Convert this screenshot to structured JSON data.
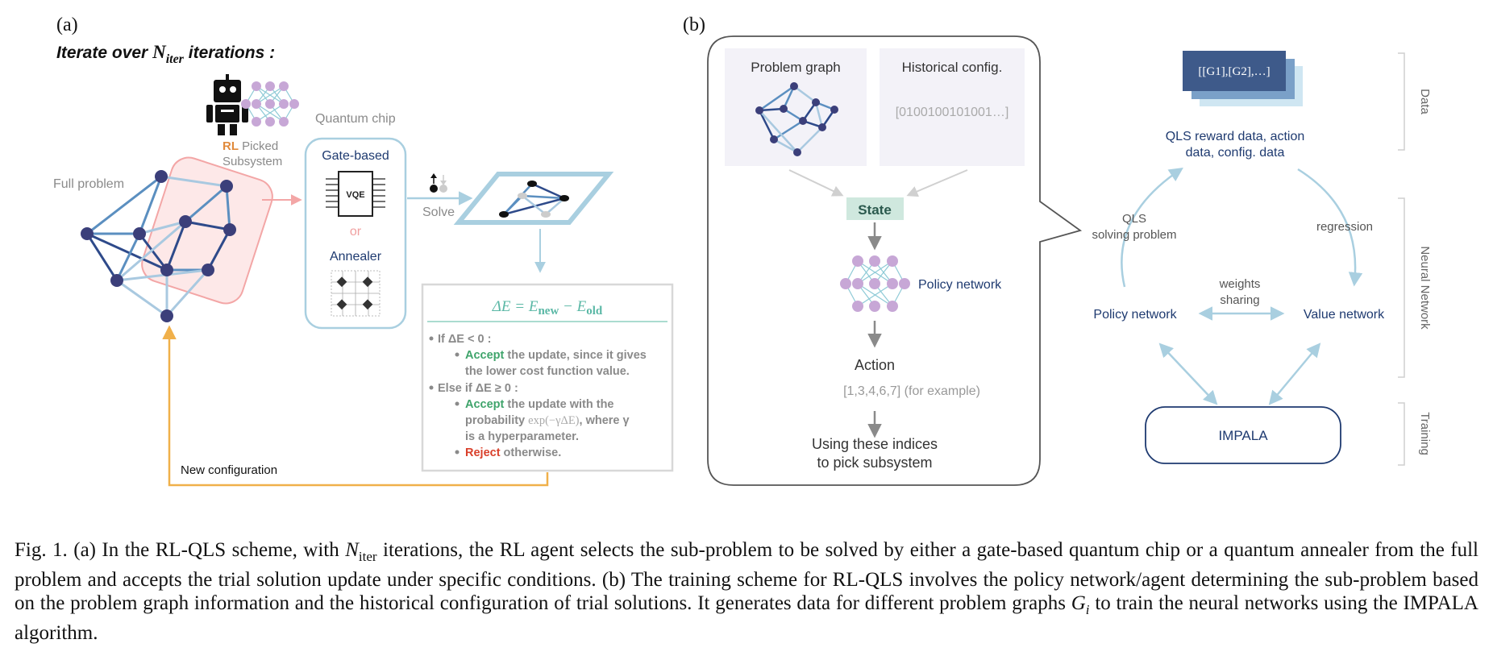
{
  "panel_a": {
    "label": "(a)",
    "iterate": {
      "text_before": "Iterate over ",
      "n_symbol": "N",
      "n_sub": "iter",
      "text_after": " iterations :"
    },
    "rl_picked": {
      "rl": "RL",
      "picked": " Picked",
      "subsystem": "Subsystem"
    },
    "full_problem": "Full problem",
    "quantum_chip": "Quantum chip",
    "gate_based": "Gate-based",
    "vqe": "VQE",
    "or": "or",
    "annealer": "Annealer",
    "solve": "Solve",
    "rule_box": {
      "equation": "ΔE = E",
      "eq_new": "new",
      "eq_minus": " − E",
      "eq_old": "old",
      "if_line": "If ΔE < 0 :",
      "accept1_word": "Accept",
      "accept1_rest": " the update, since it gives",
      "accept1_line2": "the lower cost function value.",
      "elseif_line": "Else if ΔE ≥ 0 :",
      "accept2_word": "Accept",
      "accept2_rest": " the update with the",
      "accept2_line2_a": "probability ",
      "accept2_line2_b": "exp(−γΔE)",
      "accept2_line2_c": ", where γ",
      "accept2_line3": "is a hyperparameter.",
      "reject_word": "Reject",
      "reject_rest": " otherwise."
    },
    "new_configuration": "New configuration"
  },
  "panel_b": {
    "label": "(b)",
    "problem_graph": "Problem graph",
    "historical_config": "Historical config.",
    "bitstring": "[0100100101001…]",
    "state": "State",
    "policy_network_inner": "Policy network",
    "action": "Action",
    "action_example": "[1,3,4,6,7] (for example)",
    "using_line1": "Using these indices",
    "using_line2": "to pick subsystem",
    "data_card": "[[G",
    "data_card_full": "[[G1],[G2],…]",
    "qls_reward_line1": "QLS reward data, action",
    "qls_reward_line2": "data, config. data",
    "qls_solving_line1": "QLS",
    "qls_solving_line2": "solving problem",
    "regression": "regression",
    "weights_line1": "weights",
    "weights_line2": "sharing",
    "policy_network": "Policy network",
    "value_network": "Value network",
    "impala": "IMPALA",
    "side_data": "Data",
    "side_nn": "Neural Network",
    "side_training": "Training"
  },
  "colors": {
    "dark_node": "#3b3f7a",
    "edge_dark": "#2e4a8a",
    "edge_mid": "#5b8fc0",
    "edge_light": "#a9c9e0",
    "pink": "#f3a6a6",
    "pink_fill": "#fde8e8",
    "teal": "#5bb8a6",
    "green": "#3fa46b",
    "red": "#d9402b",
    "orange": "#f0b04a",
    "navy_text": "#1e3a70",
    "state_fill": "#cfe8de"
  },
  "caption": {
    "p1_a": "Fig. 1.  (a) In the RL-QLS scheme, with ",
    "p1_sym": "N",
    "p1_sub": "iter",
    "p1_b": " iterations, the RL agent selects the sub-problem to be solved by either a gate-based quantum chip or a quantum annealer from the full problem and accepts the trial solution update under specific conditions. (b) The training scheme for RL-QLS involves the policy network/agent determining the sub-problem based on the problem graph information and the historical configuration of trial solutions. It generates data for different problem graphs ",
    "p1_g": "G",
    "p1_gi": "i",
    "p1_c": " to train the neural networks using the IMPALA algorithm."
  }
}
